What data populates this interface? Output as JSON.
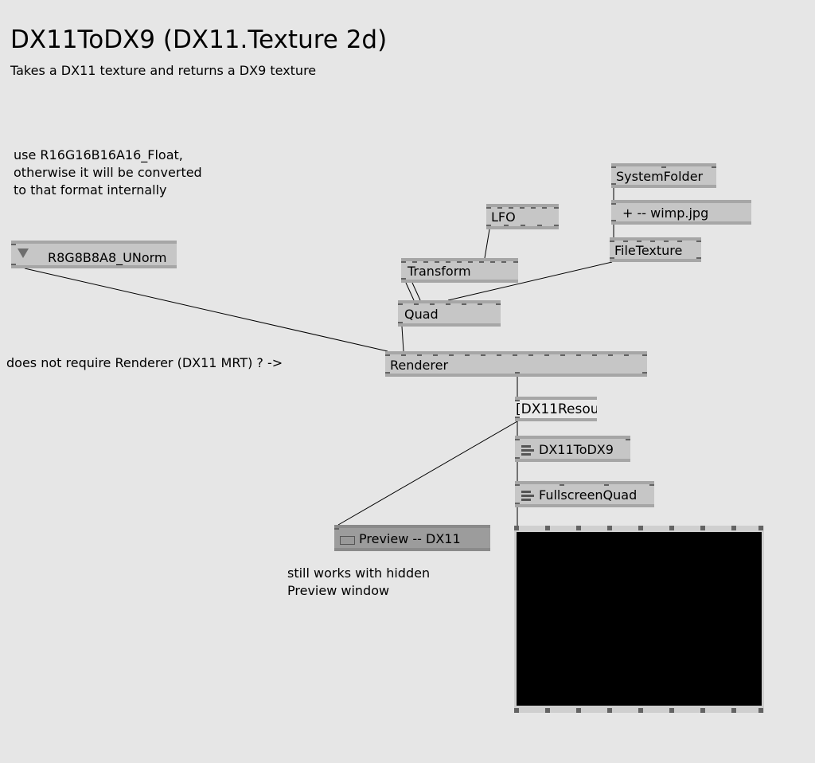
{
  "page": {
    "title": "DX11ToDX9 (DX11.Texture 2d)",
    "subtitle": "Takes a DX11 texture and returns a DX9 texture"
  },
  "comments": {
    "format_hint": [
      "use R16G16B16A16_Float,",
      "otherwise it will be converted",
      "to that format internally"
    ],
    "renderer_hint": "does not require Renderer (DX11 MRT) ? ->",
    "preview_hint": [
      "still works with hidden",
      "Preview window"
    ]
  },
  "nodes": {
    "format_enum": "R8G8B8A8_UNorm",
    "systemfolder": "SystemFolder",
    "filename": "+  --  wimp.jpg",
    "filetexture": "FileTexture",
    "lfo": "LFO",
    "transform": "Transform",
    "quad": "Quad",
    "renderer": "Renderer",
    "dx11resource": "[DX11Resou",
    "dx11todx9": "DX11ToDX9",
    "fullscreenquad": "FullscreenQuad",
    "preview": "Preview  --  DX11"
  },
  "colors": {
    "background": "#e6e6e6",
    "node_fill": "#c6c6c6",
    "node_border": "#a6a6a6",
    "pin": "#636363",
    "wire": "#000000",
    "renderer_output": "#000000"
  }
}
